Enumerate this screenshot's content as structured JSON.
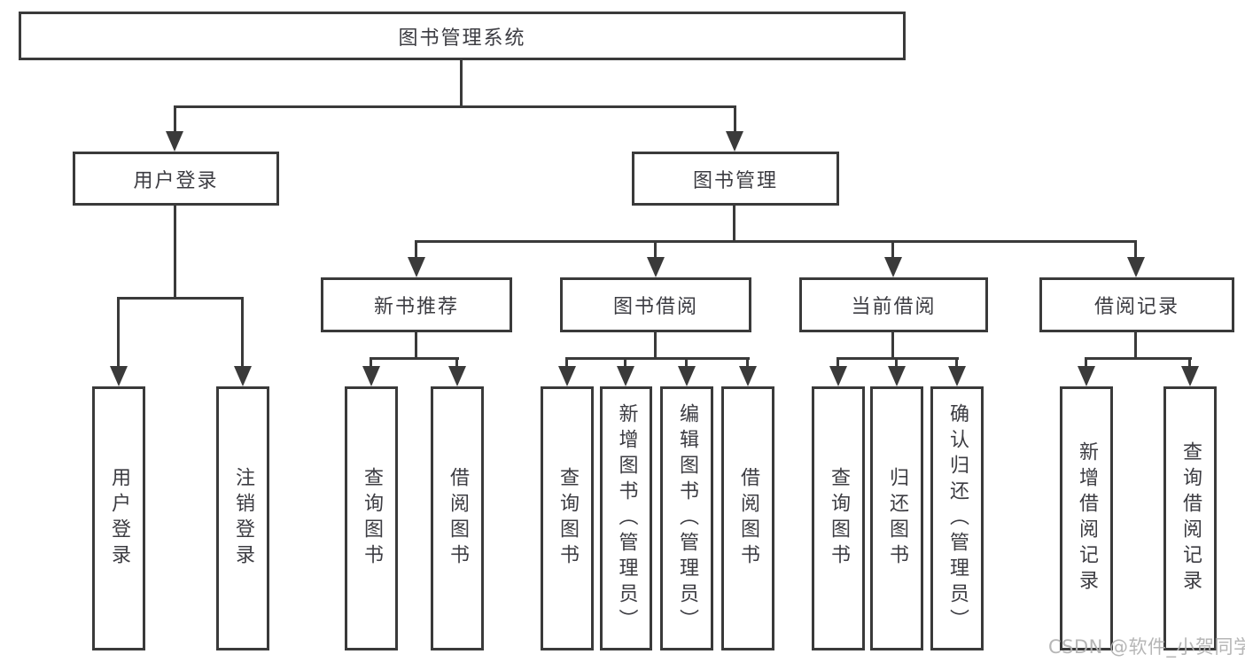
{
  "tree": {
    "label": "图书管理系统",
    "children": [
      {
        "label": "用户登录",
        "children": [
          {
            "label": "用户登录"
          },
          {
            "label": "注销登录"
          }
        ]
      },
      {
        "label": "图书管理",
        "children": [
          {
            "label": "新书推荐",
            "children": [
              {
                "label": "查询图书"
              },
              {
                "label": "借阅图书"
              }
            ]
          },
          {
            "label": "图书借阅",
            "children": [
              {
                "label": "查询图书"
              },
              {
                "label": "新增图书（管理员）"
              },
              {
                "label": "编辑图书（管理员）"
              },
              {
                "label": "借阅图书"
              }
            ]
          },
          {
            "label": "当前借阅",
            "children": [
              {
                "label": "查询图书"
              },
              {
                "label": "归还图书"
              },
              {
                "label": "确认归还（管理员）"
              }
            ]
          },
          {
            "label": "借阅记录",
            "children": [
              {
                "label": "新增借阅记录"
              },
              {
                "label": "查询借阅记录"
              }
            ]
          }
        ]
      }
    ]
  },
  "watermark": {
    "text": "CSDN @软件_小贺同学"
  },
  "colors": {
    "line": "#3a3a3a",
    "text": "#3c3c42",
    "watermark": "#b2b2b2",
    "background": "#ffffff"
  }
}
